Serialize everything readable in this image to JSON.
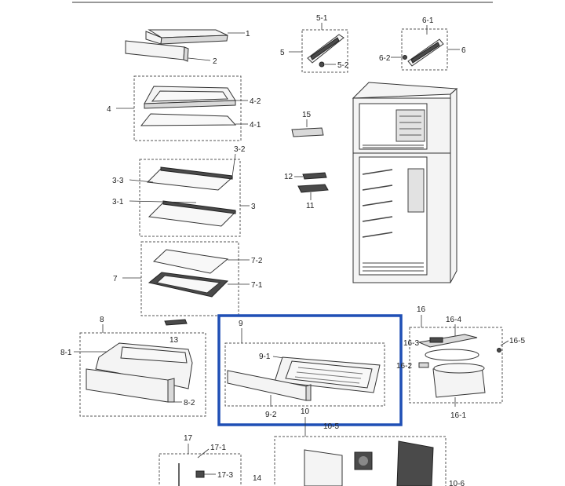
{
  "diagram": {
    "callouts": {
      "c1": "1",
      "c2": "2",
      "c3": "3",
      "c3_1": "3-1",
      "c3_2": "3-2",
      "c3_3": "3-3",
      "c4": "4",
      "c4_1": "4-1",
      "c4_2": "4-2",
      "c5": "5",
      "c5_1": "5-1",
      "c5_2": "5-2",
      "c6": "6",
      "c6_1": "6-1",
      "c6_2": "6-2",
      "c7": "7",
      "c7_1": "7-1",
      "c7_2": "7-2",
      "c8": "8",
      "c8_1": "8-1",
      "c8_2": "8-2",
      "c9": "9",
      "c9_1": "9-1",
      "c9_2": "9-2",
      "c10": "10",
      "c10_5": "10-5",
      "c11": "11",
      "c12": "12",
      "c13": "13",
      "c14": "14",
      "c15": "15",
      "c16": "16",
      "c16_1": "16-1",
      "c16_2": "16-2",
      "c16_3": "16-3",
      "c16_4": "16-4",
      "c16_5": "16-5",
      "c17": "17",
      "c17_1": "17-1",
      "c17_3": "17-3",
      "c10_6": "10-6"
    },
    "highlight_color": "#1f4fb5"
  }
}
